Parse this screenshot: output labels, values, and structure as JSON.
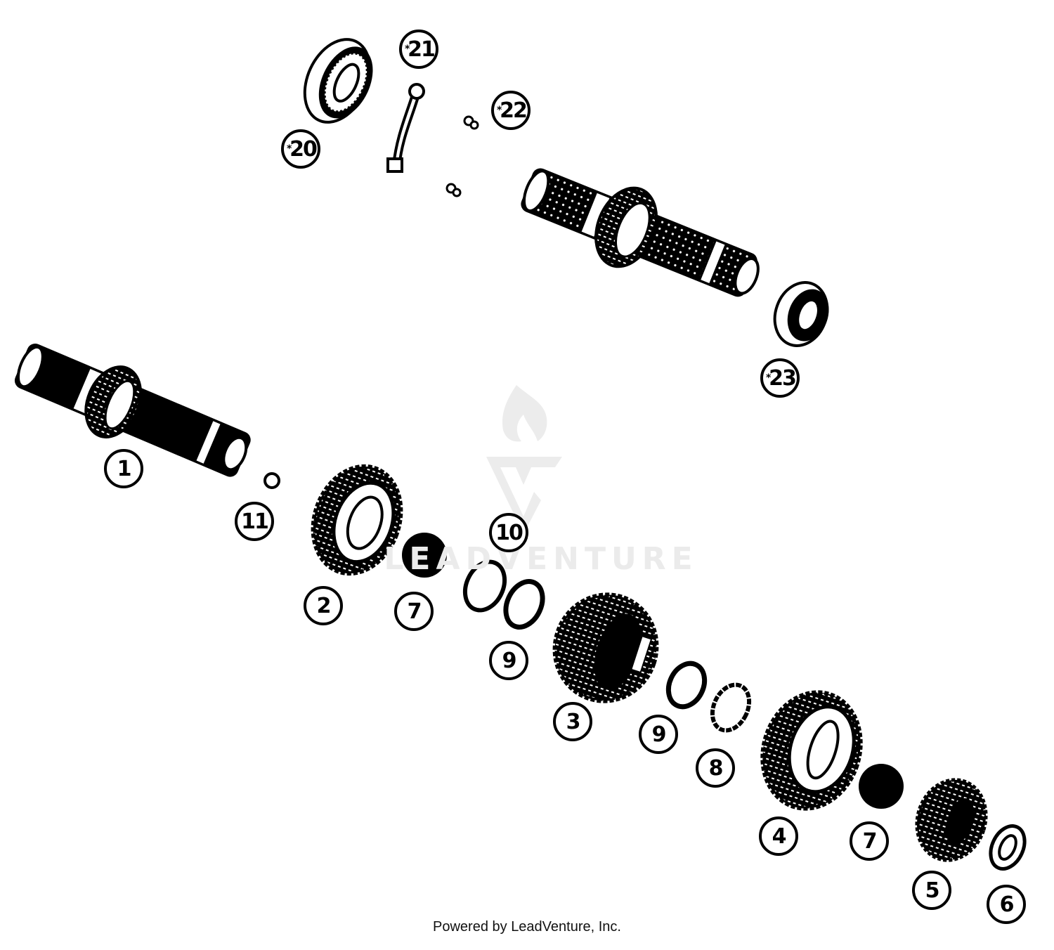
{
  "diagram": {
    "type": "exploded-parts-diagram",
    "subject": "Transmission shafts and gears",
    "line_color": "#000000",
    "background": "#ffffff",
    "watermark_color": "#ebebeb"
  },
  "watermark": {
    "text": "LEADVENTURE"
  },
  "footer": {
    "text": "Powered by LeadVenture, Inc."
  },
  "callouts": [
    {
      "id": "c20",
      "label": "20",
      "star": "*",
      "part": "bearing"
    },
    {
      "id": "c21",
      "label": "21",
      "star": "*",
      "part": "shift-pin/bracket"
    },
    {
      "id": "c22",
      "label": "22",
      "star": "*",
      "part": "screw"
    },
    {
      "id": "c23",
      "label": "23",
      "star": "*",
      "part": "bearing"
    },
    {
      "id": "c1",
      "label": "1",
      "part": "main shaft"
    },
    {
      "id": "c11",
      "label": "11",
      "part": "ball"
    },
    {
      "id": "c2",
      "label": "2",
      "part": "gear"
    },
    {
      "id": "c7a",
      "label": "7",
      "part": "needle bearing"
    },
    {
      "id": "c10",
      "label": "10",
      "part": "circlip"
    },
    {
      "id": "c9a",
      "label": "9",
      "part": "thrust washer"
    },
    {
      "id": "c3",
      "label": "3",
      "part": "gear"
    },
    {
      "id": "c9b",
      "label": "9",
      "part": "thrust washer"
    },
    {
      "id": "c8",
      "label": "8",
      "part": "circlip"
    },
    {
      "id": "c4",
      "label": "4",
      "part": "gear"
    },
    {
      "id": "c7b",
      "label": "7",
      "part": "needle bearing"
    },
    {
      "id": "c5",
      "label": "5",
      "part": "gear"
    },
    {
      "id": "c6",
      "label": "6",
      "part": "washer"
    }
  ]
}
